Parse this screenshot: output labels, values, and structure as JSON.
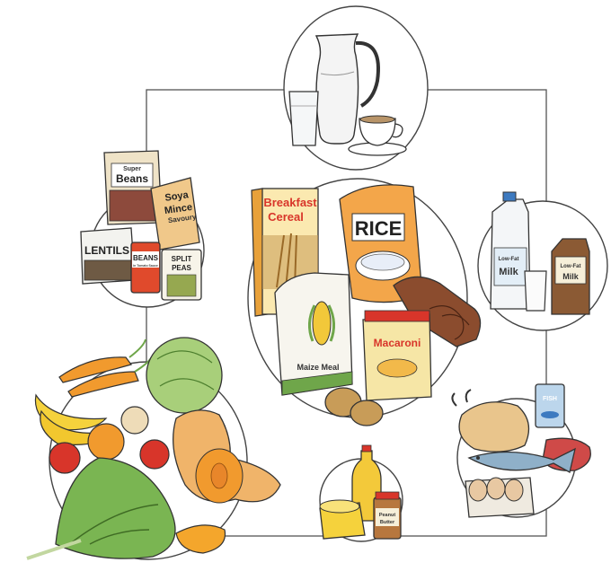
{
  "labels": {
    "super": "Super",
    "beans_bag": "Beans",
    "soya1": "Soya",
    "soya2": "Mince",
    "savoury": "Savoury",
    "lentils": "LENTILS",
    "beans_can": "BEANS",
    "beans_can_sub": "in Tomato Sauce",
    "split1": "SPLIT",
    "split2": "PEAS",
    "breakfast1": "Breakfast",
    "breakfast2": "Cereal",
    "rice": "RICE",
    "maize": "Maize Meal",
    "macaroni": "Macaroni",
    "lowfat_jug": "Low-Fat",
    "milk_jug": "Milk",
    "lowfat_carton": "Low-Fat",
    "milk_carton": "Milk",
    "fish": "FISH",
    "peanut1": "Peanut",
    "peanut2": "Butter"
  },
  "colors": {
    "outline": "#3a3a3a",
    "frame": "#555555",
    "orange": "#f19a2e",
    "green": "#6fa64a",
    "yellow": "#f5d23c",
    "red": "#d8352a",
    "brown": "#8a5a34",
    "cream": "#f6efd9"
  }
}
